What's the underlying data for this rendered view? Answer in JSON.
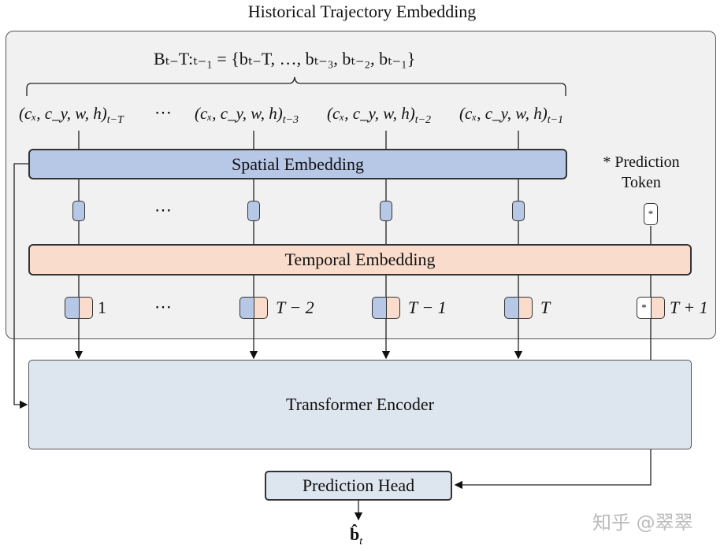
{
  "title": "Historical Trajectory Embedding",
  "set_formula": "Bₜ₋T:ₜ₋₁ = {bₜ₋T, …, bₜ₋₃, bₜ₋₂, bₜ₋₁}",
  "tuples": {
    "base": "(cₓ, c_y, w, h)",
    "subs": [
      "t−T",
      "t−3",
      "t−2",
      "t−1"
    ]
  },
  "ellipsis": "⋯",
  "spatial_label": "Spatial Embedding",
  "temporal_label": "Temporal Embedding",
  "prediction_token": {
    "line1": "* Prediction",
    "line2": "Token",
    "symbol": "*"
  },
  "indices": [
    "1",
    "T − 2",
    "T − 1",
    "T",
    "T + 1"
  ],
  "encoder_label": "Transformer Encoder",
  "head_label": "Prediction Head",
  "output": {
    "base": "b̂",
    "sub": "t"
  },
  "watermark": "知乎 @翠翠",
  "colors": {
    "spatial": "#b7c7e6",
    "temporal": "#f9dccb",
    "encoder": "#dde5ee",
    "panel": "#f1f1f1"
  }
}
